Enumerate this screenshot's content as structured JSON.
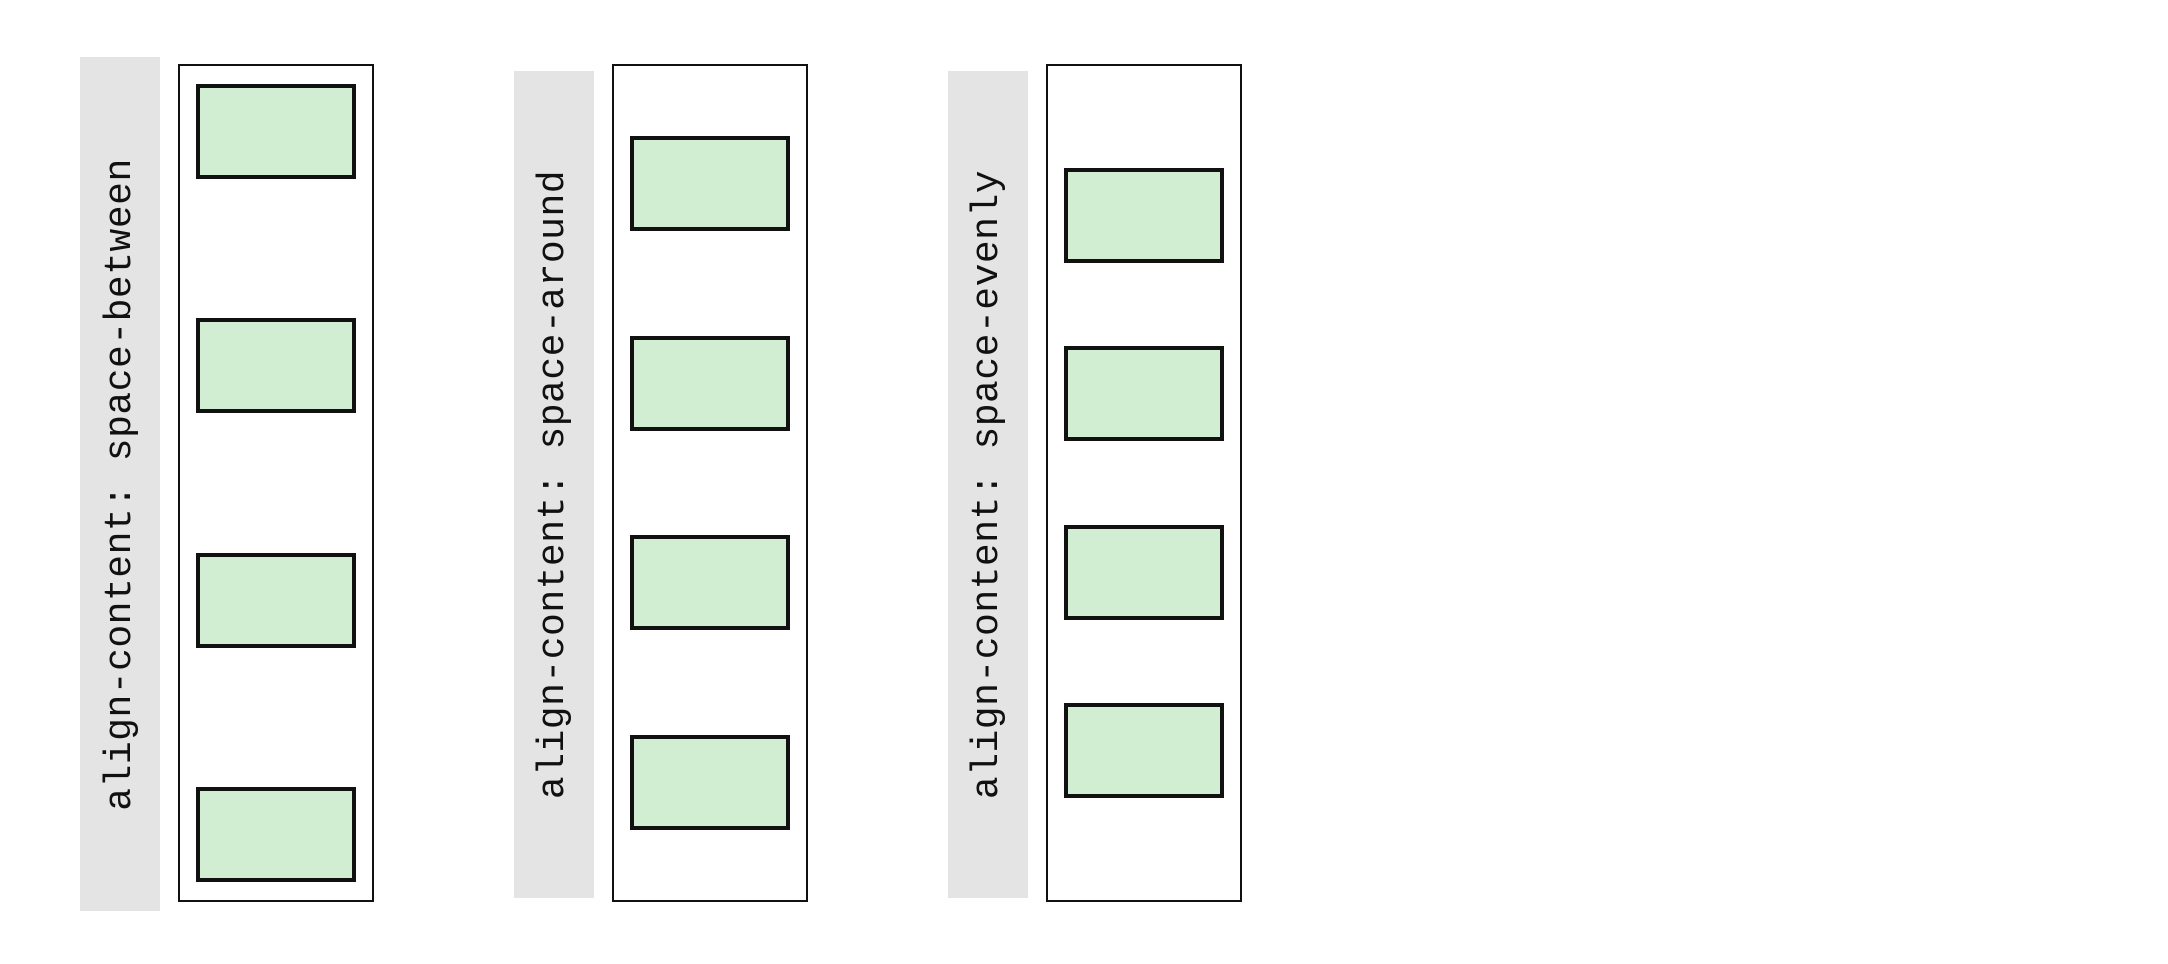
{
  "panels": [
    {
      "label": "align-content: space-between",
      "mode": "space-between",
      "box_count": 4
    },
    {
      "label": "align-content: space-around",
      "mode": "space-around",
      "box_count": 4
    },
    {
      "label": "align-content: space-evenly",
      "mode": "space-evenly",
      "box_count": 4
    }
  ],
  "colors": {
    "label_background": "#e4e4e4",
    "box_fill": "#d2eed2",
    "outline": "#111111",
    "page_background": "#ffffff"
  }
}
